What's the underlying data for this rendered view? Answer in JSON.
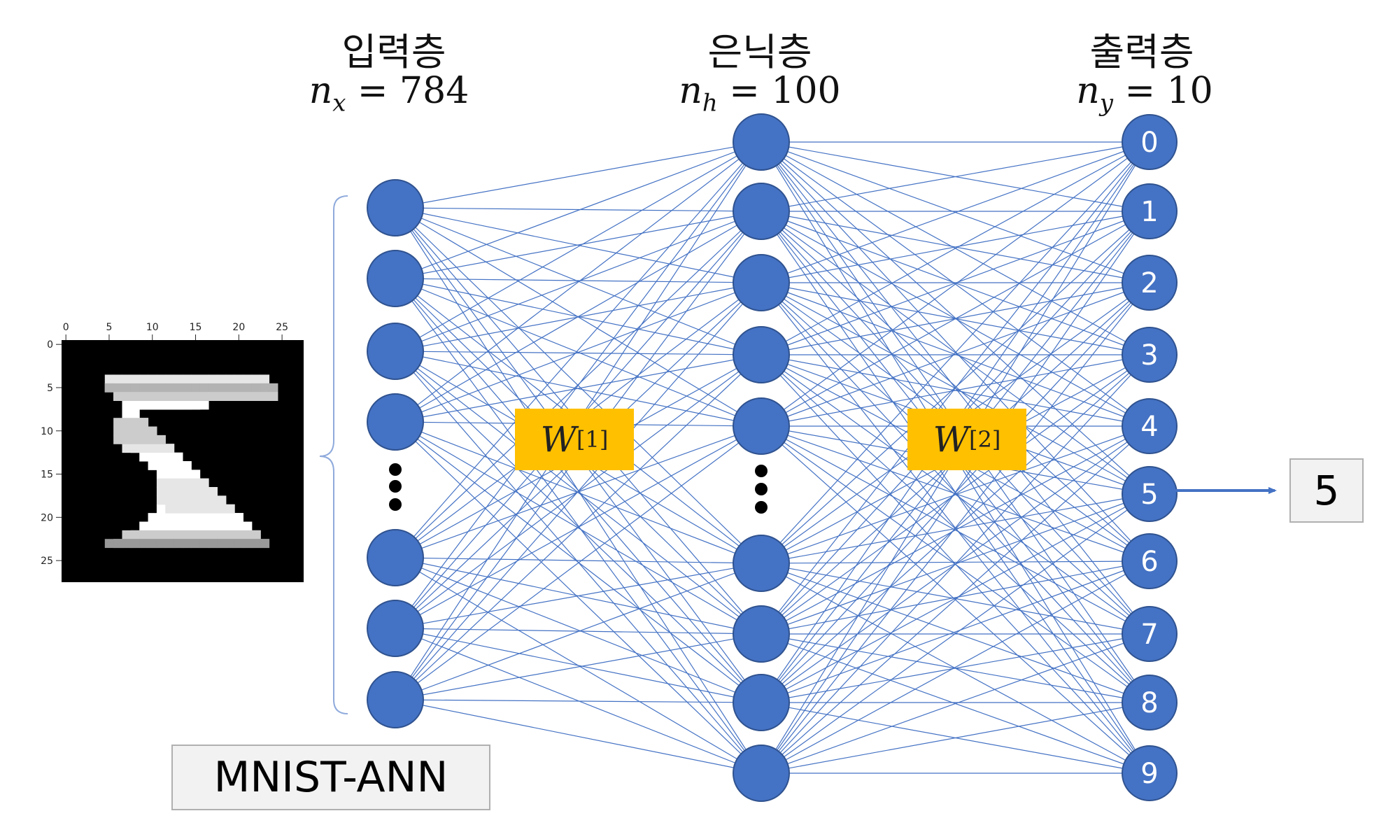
{
  "layers": {
    "input": {
      "title": "입력층",
      "var": "n",
      "sub": "x",
      "eq": "=",
      "count": "784"
    },
    "hidden": {
      "title": "은닉층",
      "var": "n",
      "sub": "h",
      "eq": "=",
      "count": "100"
    },
    "output": {
      "title": "출력층",
      "var": "n",
      "sub": "y",
      "eq": "=",
      "count": "10"
    }
  },
  "weights": {
    "w1": {
      "symbol": "W",
      "index": "[1]"
    },
    "w2": {
      "symbol": "W",
      "index": "[2]"
    }
  },
  "output_labels": [
    "0",
    "1",
    "2",
    "3",
    "4",
    "5",
    "6",
    "7",
    "8",
    "9"
  ],
  "predicted_label": "5",
  "predicted_index": 5,
  "model_label": "MNIST-ANN",
  "mnist_image": {
    "x_ticks": [
      "0",
      "5",
      "10",
      "15",
      "20",
      "25"
    ],
    "y_ticks": [
      "0",
      "5",
      "10",
      "15",
      "20",
      "25"
    ]
  },
  "colors": {
    "node": "#4472c4",
    "node_stroke": "#2f528f",
    "edge": "#4472c4",
    "weight_box": "#ffc000",
    "bracket": "#8faadc"
  }
}
